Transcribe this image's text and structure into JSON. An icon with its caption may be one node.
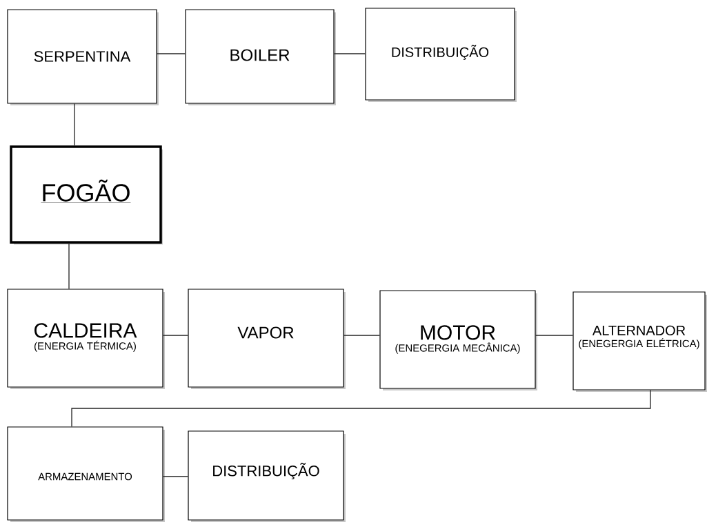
{
  "diagram": {
    "nodes": [
      {
        "text": [
          "SERPENTINA"
        ]
      },
      {
        "text": [
          "BOILER"
        ]
      },
      {
        "text": [
          "DISTRIBUIÇÃO"
        ]
      },
      {
        "text": [
          "FOGÃO"
        ]
      },
      {
        "text": [
          "CALDEIRA",
          "(ENERGIA TÉRMICA)"
        ]
      },
      {
        "text": [
          "VAPOR"
        ]
      },
      {
        "text": [
          "MOTOR",
          "(ENEGERGIA MECÂNICA)"
        ]
      },
      {
        "text": [
          "ALTERNADOR",
          "(ENEGERGIA ELÉTRICA)"
        ]
      },
      {
        "text": [
          "ARMAZENAMENTO"
        ]
      },
      {
        "text": [
          "DISTRIBUIÇÃO"
        ]
      }
    ],
    "edges": [
      {
        "from": 0,
        "to": 1,
        "arrow": "none"
      },
      {
        "from": 1,
        "to": 2,
        "arrow": "none"
      },
      {
        "from": 0,
        "to": 3,
        "arrow": "none"
      },
      {
        "from": 3,
        "to": 4,
        "arrow": "none"
      },
      {
        "from": 4,
        "to": 5,
        "arrow": "none"
      },
      {
        "from": 5,
        "to": 6,
        "arrow": "none"
      },
      {
        "from": 6,
        "to": 7,
        "arrow": "none"
      },
      {
        "from": 7,
        "to": 8,
        "arrow": "none"
      },
      {
        "from": 8,
        "to": 9,
        "arrow": "none"
      }
    ]
  }
}
